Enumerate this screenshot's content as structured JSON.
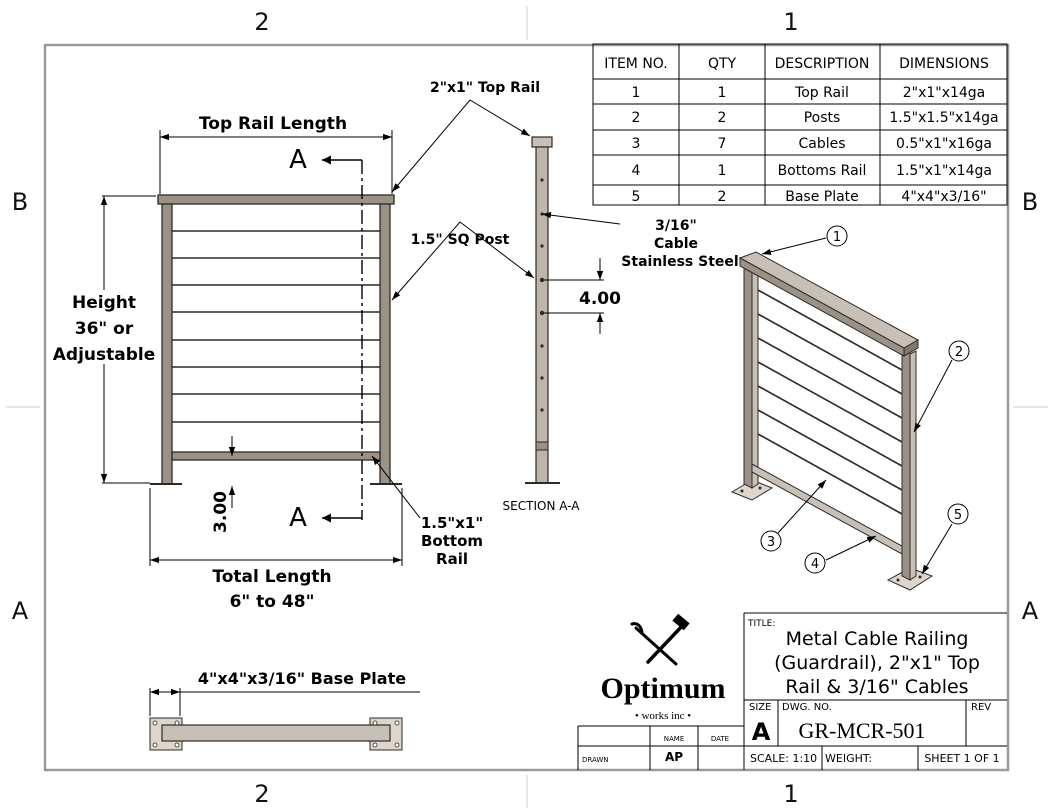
{
  "zones": {
    "top": [
      "2",
      "1"
    ],
    "bottom": [
      "2",
      "1"
    ],
    "left": [
      "B",
      "A"
    ],
    "right": [
      "B",
      "A"
    ]
  },
  "bom": {
    "headers": [
      "ITEM NO.",
      "QTY",
      "DESCRIPTION",
      "DIMENSIONS"
    ],
    "rows": [
      [
        "1",
        "1",
        "Top Rail",
        "2\"x1\"x14ga"
      ],
      [
        "2",
        "2",
        "Posts",
        "1.5\"x1.5\"x14ga"
      ],
      [
        "3",
        "7",
        "Cables",
        "0.5\"x1\"x16ga"
      ],
      [
        "4",
        "1",
        "Bottoms Rail",
        "1.5\"x1\"x14ga"
      ],
      [
        "5",
        "2",
        "Base Plate",
        "4\"x4\"x3/16\""
      ]
    ]
  },
  "front_view": {
    "top_rail_length": "Top Rail Length",
    "height_lines": [
      "Height",
      "36\" or",
      "Adjustable"
    ],
    "total_length_lines": [
      "Total Length",
      "6\" to 48\""
    ],
    "bottom_gap": "3.00",
    "section_marker": "A",
    "bottom_rail_lines": [
      "1.5\"x1\"",
      "Bottom",
      "Rail"
    ],
    "post_label": "1.5\" SQ Post",
    "top_rail_label": "2\"x1\" Top Rail"
  },
  "section_view": {
    "caption": "SECTION A-A",
    "cable_lines": [
      "3/16\"",
      "Cable",
      "Stainless Steel"
    ],
    "spacing": "4.00"
  },
  "iso_view": {
    "balloons": [
      "1",
      "2",
      "3",
      "4",
      "5"
    ]
  },
  "base_plate": {
    "label": "4\"x4\"x3/16\" Base Plate"
  },
  "title_block": {
    "title_label": "TITLE:",
    "title_lines": [
      "Metal Cable Railing",
      "(Guardrail), 2\"x1\" Top",
      "Rail & 3/16\" Cables"
    ],
    "company": "Optimum",
    "company_sub": "• works inc •",
    "size_label": "SIZE",
    "size": "A",
    "dwg_label": "DWG. NO.",
    "dwg_no": "GR-MCR-501",
    "rev_label": "REV",
    "name_label": "NAME",
    "date_label": "DATE",
    "drawn_label": "DRAWN",
    "drawn_by": "AP",
    "scale": "SCALE: 1:10",
    "weight": "WEIGHT:",
    "sheet": "SHEET 1 OF 1"
  }
}
